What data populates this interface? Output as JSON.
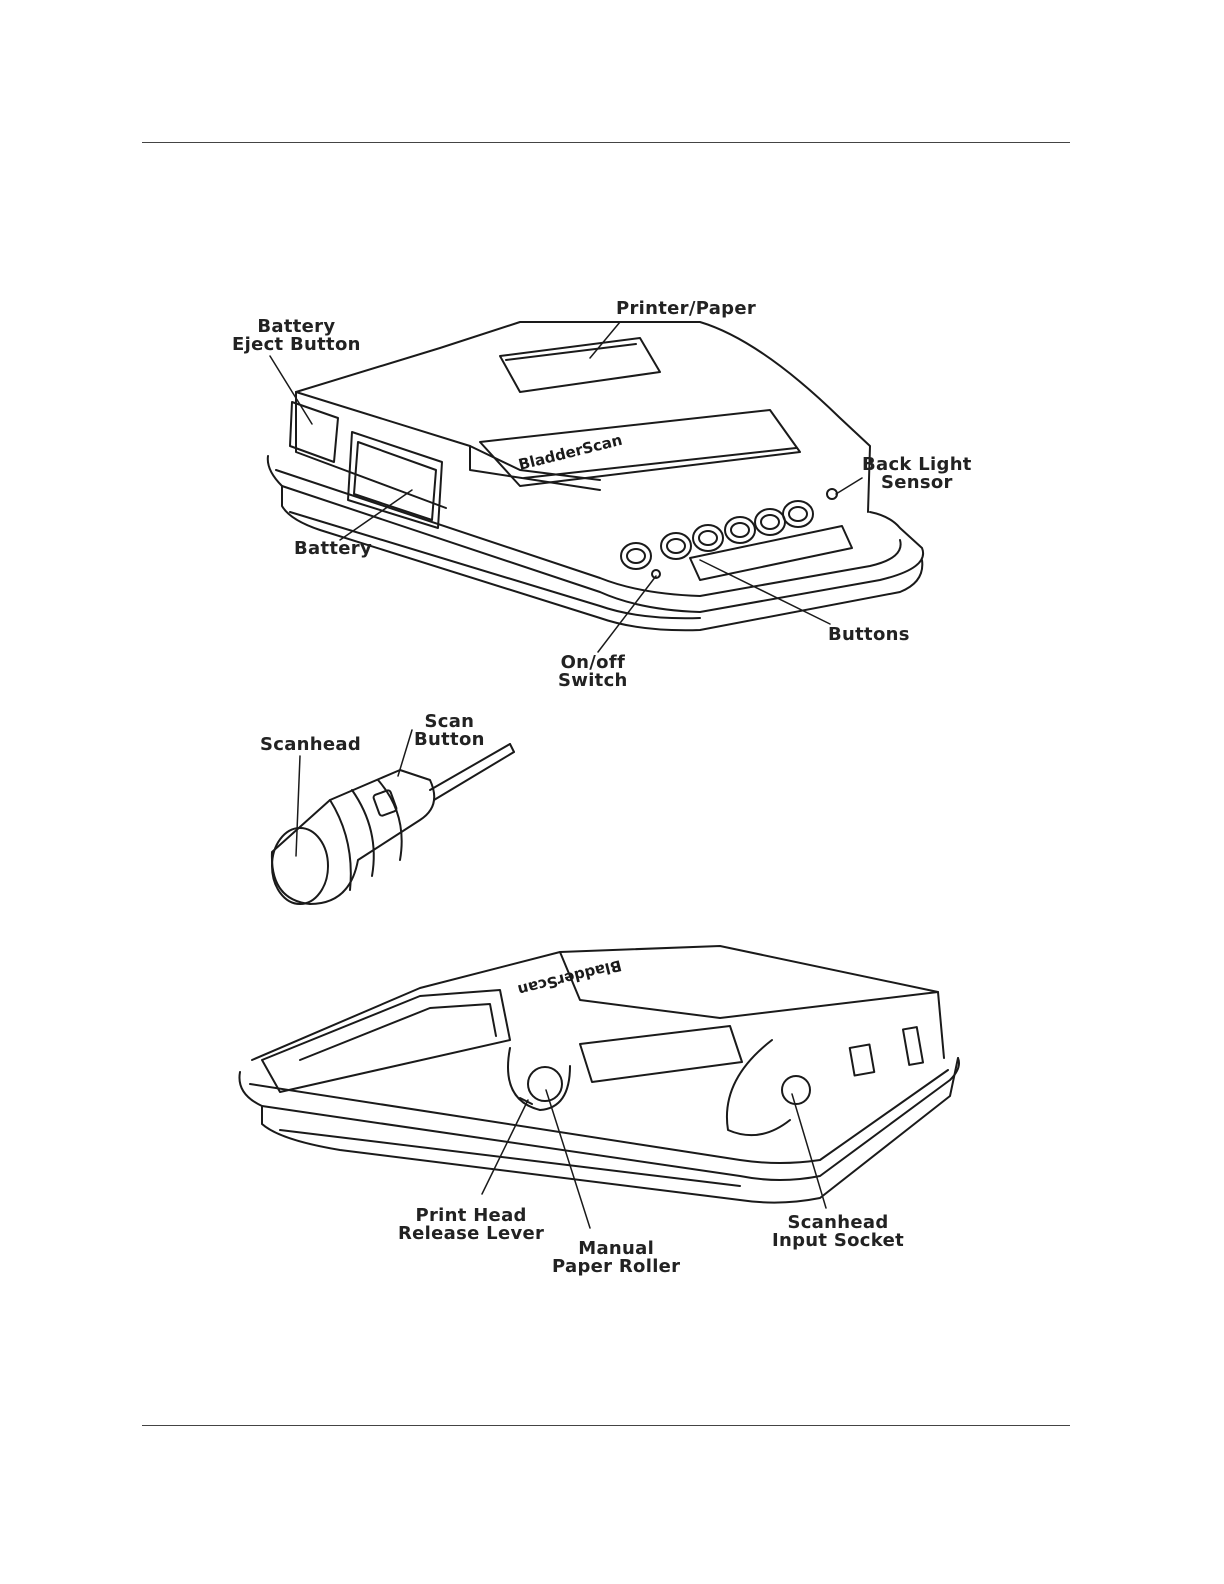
{
  "brand_text": "BladderScan",
  "top_device": {
    "labels": {
      "printer_paper": "Printer/Paper",
      "battery_eject_line1": "Battery",
      "battery_eject_line2": "Eject Button",
      "back_light_line1": "Back Light",
      "back_light_line2": "Sensor",
      "battery": "Battery",
      "buttons": "Buttons",
      "onoff_line1": "On/off",
      "onoff_line2": "Switch"
    }
  },
  "scanhead": {
    "labels": {
      "scanhead": "Scanhead",
      "scan_button_line1": "Scan",
      "scan_button_line2": "Button"
    }
  },
  "bottom_device": {
    "labels": {
      "print_head_line1": "Print Head",
      "print_head_line2": "Release Lever",
      "manual_roller_line1": "Manual",
      "manual_roller_line2": "Paper Roller",
      "socket_line1": "Scanhead",
      "socket_line2": "Input Socket"
    }
  }
}
